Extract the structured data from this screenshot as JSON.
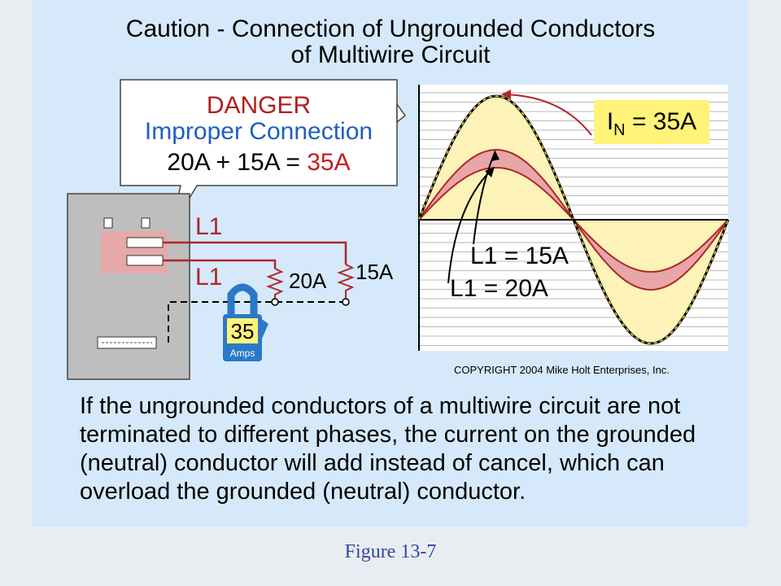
{
  "title": {
    "line1": "Caution - Connection of Ungrounded Conductors",
    "line2": "of Multiwire Circuit"
  },
  "callout": {
    "danger": "DANGER",
    "improper": "Improper Connection",
    "sum_prefix": "20A + 15A = ",
    "sum_result": "35A"
  },
  "neutral_label": {
    "symbol": "I",
    "subscript": "N",
    "value": " = 35A"
  },
  "wave_labels": {
    "l1_15": "L1 = 15A",
    "l1_20": "L1 = 20A"
  },
  "panel": {
    "l1_top": "L1",
    "l1_bottom": "L1",
    "load_20": "20A",
    "load_15": "15A",
    "clamp_value": "35",
    "clamp_unit": "Amps"
  },
  "copyright": "COPYRIGHT 2004  Mike Holt Enterprises, Inc.",
  "body_text": "If the ungrounded conductors of a multiwire circuit are not terminated to different phases, the current on the grounded (neutral) conductor will add instead of cancel, which can overload the grounded (neutral) conductor.",
  "figure_caption": "Figure 13-7",
  "colors": {
    "slide_bg": "#d5e9fa",
    "danger_red": "#b01e1e",
    "blue": "#1f5fbf",
    "wire_red": "#b0262a",
    "highlight_yellow": "#fff37a",
    "clamp_blue": "#2b78c8"
  }
}
